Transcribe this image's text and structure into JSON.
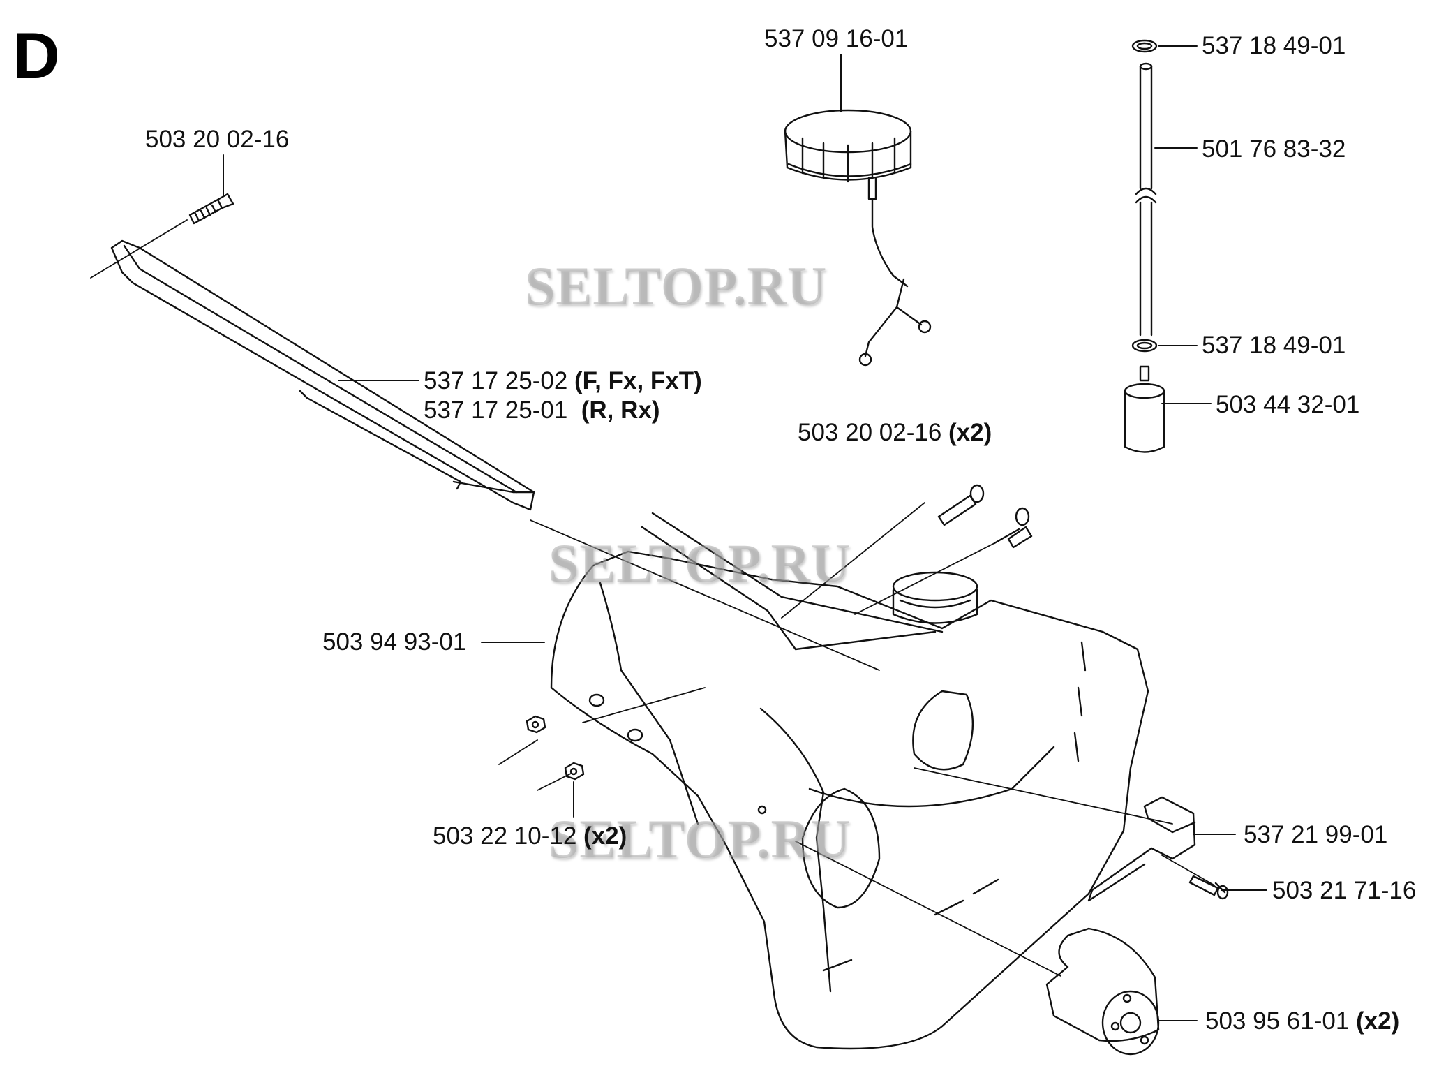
{
  "section_letter": "D",
  "watermark": "SELTOP.RU",
  "callouts": {
    "bolt_top_left": "503 20 02-16",
    "fuel_cap": "537 09 16-01",
    "seal_upper": "537 18 49-01",
    "fuel_hose": "501 76 83-32",
    "seal_lower": "537 18 49-01",
    "fuel_filter": "503 44 32-01",
    "handle_f_part": "537 17 25-02",
    "handle_f_variants": "(F, Fx, FxT)",
    "handle_r_part": "537 17 25-01",
    "handle_r_variants": "(R, Rx)",
    "bolts_pair_part": "503 20 02-16",
    "bolts_pair_qty": "(x2)",
    "fuel_tank": "503 94 93-01",
    "nuts_part": "503 22 10-12",
    "nuts_qty": "(x2)",
    "bracket": "537 21 99-01",
    "bracket_screw": "503 21 71-16",
    "damper_part": "503 95 61-01",
    "damper_qty": "(x2)"
  }
}
